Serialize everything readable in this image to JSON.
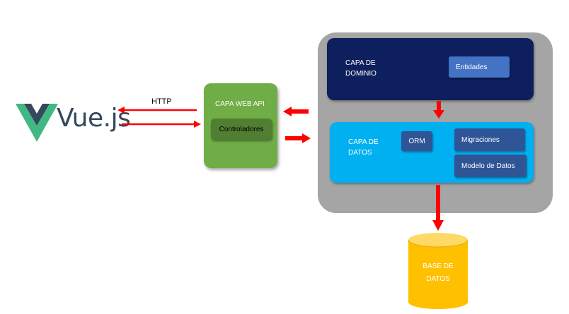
{
  "vue": {
    "logo_text": "Vue.js",
    "colors": {
      "outer": "#41b883",
      "inner": "#34495e"
    }
  },
  "http_label": "HTTP",
  "web_api": {
    "title": "CAPA WEB API",
    "component": "Controladores",
    "color": "#70ad47"
  },
  "dominio": {
    "title_line1": "CAPA DE",
    "title_line2": "DOMINIO",
    "component": "Entidades",
    "color": "#0d1f5c"
  },
  "datos": {
    "title_line1": "CAPA DE",
    "title_line2": "DATOS",
    "components": {
      "orm": "ORM",
      "migraciones": "Migraciones",
      "modelo": "Modelo de Datos"
    },
    "color": "#00b0f0"
  },
  "base_datos": {
    "title_line1": "BASE DE",
    "title_line2": "DATOS",
    "color": "#ffc000"
  },
  "arrow_color": "#ff0000"
}
